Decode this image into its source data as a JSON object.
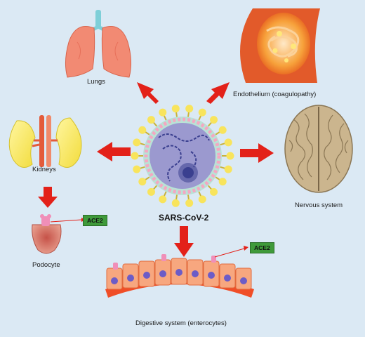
{
  "virus": {
    "name": "SARS-CoV-2"
  },
  "organs": {
    "lungs": "Lungs",
    "endothelium": "Endothelium (coagulopathy)",
    "kidneys": "Kidneys",
    "nervous": "Nervous system",
    "podocyte": "Podocyte",
    "digestive": "Digestive system (enterocytes)"
  },
  "receptor": {
    "label": "ACE2"
  },
  "colors": {
    "background": "#dbe9f4",
    "arrow": "#e32119",
    "ace2_box": "#3f9a3a",
    "virus_body": "#9b99cf",
    "spike": "#f8e45c"
  }
}
